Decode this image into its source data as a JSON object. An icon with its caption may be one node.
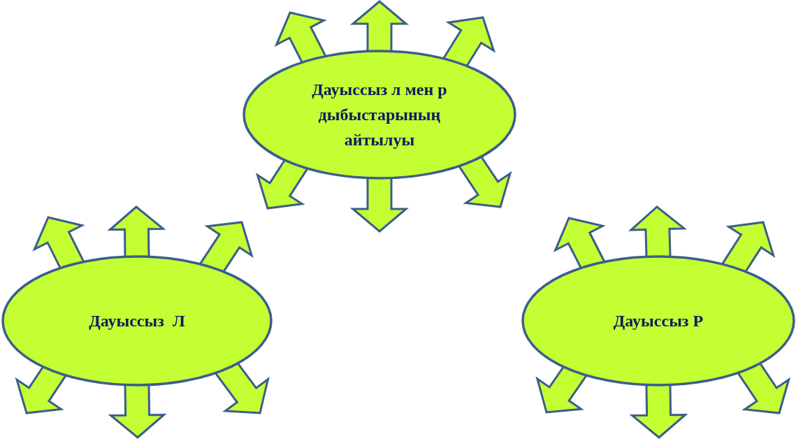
{
  "diagram": {
    "nodes": [
      {
        "text": [
          "Дауыссыз л мен р дыбыстарының айтылуы"
        ]
      },
      {
        "text": [
          "Дауыссыз  Л"
        ]
      },
      {
        "text": [
          "Дауыссыз Р"
        ]
      }
    ],
    "edges": [
      {
        "from": 0,
        "to": null,
        "arrow": "to",
        "style": "thick"
      },
      {
        "from": 0,
        "to": null,
        "arrow": "to",
        "style": "thick"
      },
      {
        "from": 0,
        "to": null,
        "arrow": "to",
        "style": "thick"
      },
      {
        "from": 0,
        "to": null,
        "arrow": "to",
        "style": "thick"
      },
      {
        "from": 0,
        "to": null,
        "arrow": "to",
        "style": "thick"
      },
      {
        "from": 0,
        "to": null,
        "arrow": "to",
        "style": "thick"
      },
      {
        "from": 1,
        "to": null,
        "arrow": "to",
        "style": "thick"
      },
      {
        "from": 1,
        "to": null,
        "arrow": "to",
        "style": "thick"
      },
      {
        "from": 1,
        "to": null,
        "arrow": "to",
        "style": "thick"
      },
      {
        "from": 1,
        "to": null,
        "arrow": "to",
        "style": "thick"
      },
      {
        "from": 1,
        "to": null,
        "arrow": "to",
        "style": "thick"
      },
      {
        "from": 1,
        "to": null,
        "arrow": "to",
        "style": "thick"
      },
      {
        "from": 2,
        "to": null,
        "arrow": "to",
        "style": "thick"
      },
      {
        "from": 2,
        "to": null,
        "arrow": "to",
        "style": "thick"
      },
      {
        "from": 2,
        "to": null,
        "arrow": "to",
        "style": "thick"
      },
      {
        "from": 2,
        "to": null,
        "arrow": "to",
        "style": "thick"
      },
      {
        "from": 2,
        "to": null,
        "arrow": "to",
        "style": "thick"
      },
      {
        "from": 2,
        "to": null,
        "arrow": "to",
        "style": "thick"
      }
    ]
  }
}
